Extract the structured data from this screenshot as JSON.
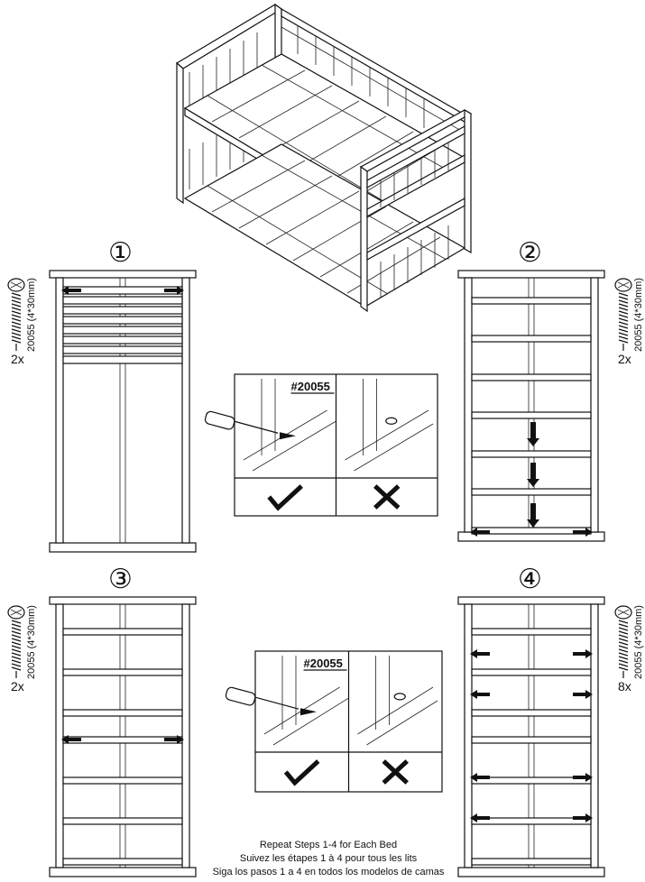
{
  "steps": [
    {
      "number": "①",
      "screw_code": "20055 (4*30mm)",
      "quantity": "2x"
    },
    {
      "number": "②",
      "screw_code": "20055 (4*30mm)",
      "quantity": "2x"
    },
    {
      "number": "③",
      "screw_code": "20055 (4*30mm)",
      "quantity": "2x"
    },
    {
      "number": "④",
      "screw_code": "20055 (4*30mm)",
      "quantity": "8x"
    }
  ],
  "details": [
    {
      "part_label": "#20055",
      "correct_icon": "checkmark-icon",
      "wrong_icon": "cross-icon"
    },
    {
      "part_label": "#20055",
      "correct_icon": "checkmark-icon",
      "wrong_icon": "cross-icon"
    }
  ],
  "footer": {
    "line_en": "Repeat Steps 1-4 for Each Bed",
    "line_fr": "Suivez les étapes 1 à 4 pour tous les lits",
    "line_es": "Siga los pasos 1 a 4 en todos los modelos de camas"
  }
}
